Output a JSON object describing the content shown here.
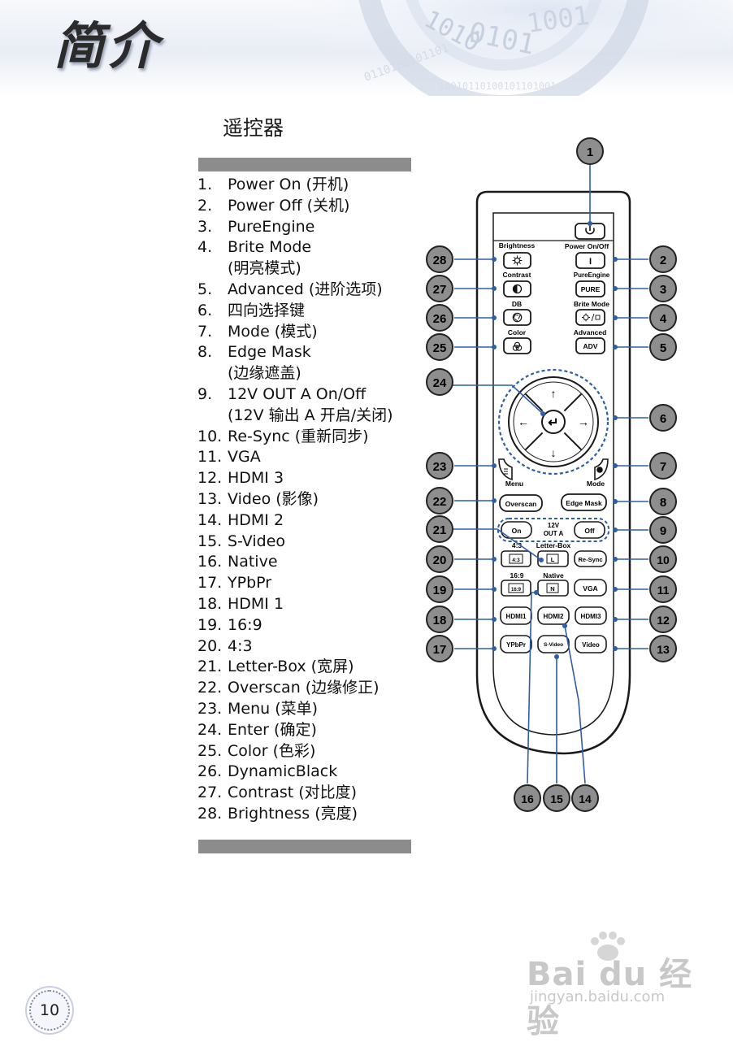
{
  "header": {
    "title": "简介"
  },
  "section": {
    "title": "遥控器"
  },
  "legend": [
    {
      "num": "1.",
      "text": "Power On (开机)"
    },
    {
      "num": "2.",
      "text": "Power Off (关机)"
    },
    {
      "num": "3.",
      "text": "PureEngine"
    },
    {
      "num": "4.",
      "text": "Brite Mode\n(明亮模式)"
    },
    {
      "num": "5.",
      "text": "Advanced (进阶选项)"
    },
    {
      "num": "6.",
      "text": "四向选择键"
    },
    {
      "num": "7.",
      "text": "Mode (模式)"
    },
    {
      "num": "8.",
      "text": "Edge Mask\n(边缘遮盖)"
    },
    {
      "num": "9.",
      "text": "12V OUT A On/Off\n(12V 输出 A 开启/关闭)"
    },
    {
      "num": "10.",
      "text": "Re-Sync (重新同步)"
    },
    {
      "num": "11.",
      "text": "VGA"
    },
    {
      "num": "12.",
      "text": "HDMI 3"
    },
    {
      "num": "13.",
      "text": "Video (影像)"
    },
    {
      "num": "14.",
      "text": "HDMI 2"
    },
    {
      "num": "15.",
      "text": "S-Video"
    },
    {
      "num": "16.",
      "text": "Native"
    },
    {
      "num": "17.",
      "text": "YPbPr"
    },
    {
      "num": "18.",
      "text": "HDMI 1"
    },
    {
      "num": "19.",
      "text": "16:9"
    },
    {
      "num": "20.",
      "text": "4:3"
    },
    {
      "num": "21.",
      "text": "Letter-Box (宽屏)"
    },
    {
      "num": "22.",
      "text": "Overscan (边缘修正)"
    },
    {
      "num": "23.",
      "text": "Menu (菜单)"
    },
    {
      "num": "24.",
      "text": "Enter (确定)"
    },
    {
      "num": "25.",
      "text": "Color (色彩)"
    },
    {
      "num": "26.",
      "text": "DynamicBlack"
    },
    {
      "num": "27.",
      "text": "Contrast (对比度)"
    },
    {
      "num": "28.",
      "text": "Brightness (亮度)"
    }
  ],
  "remote": {
    "labels": {
      "power_on_off": "Power On/Off",
      "brightness": "Brightness",
      "contrast": "Contrast",
      "db": "DB",
      "color": "Color",
      "pure_engine": "PureEngine",
      "brite_mode": "Brite Mode",
      "advanced": "Advanced",
      "menu": "Menu",
      "mode": "Mode",
      "twelve_v": "12V",
      "out_a": "OUT A",
      "four_three": "4:3",
      "letter_box": "Letter-Box",
      "sixteen_nine": "16:9",
      "native": "Native"
    },
    "buttons": {
      "power_off": "I",
      "pure": "PURE",
      "adv": "ADV",
      "overscan": "Overscan",
      "edge_mask": "Edge Mask",
      "on": "On",
      "off": "Off",
      "resync": "Re-Sync",
      "vga": "VGA",
      "hdmi1": "HDMI1",
      "hdmi2": "HDMI2",
      "hdmi3": "HDMI3",
      "ypbpr": "YPbPr",
      "svideo": "S-Video",
      "video": "Video",
      "key_43": "4:3",
      "key_lb": "L",
      "key_169": "16:9",
      "key_native": "N"
    },
    "arrows": {
      "up": "↑",
      "down": "↓",
      "left": "←",
      "right": "→",
      "enter": "↵"
    },
    "callouts": [
      "1",
      "2",
      "3",
      "4",
      "5",
      "6",
      "7",
      "8",
      "9",
      "10",
      "11",
      "12",
      "13",
      "14",
      "15",
      "16",
      "17",
      "18",
      "19",
      "20",
      "21",
      "22",
      "23",
      "24",
      "25",
      "26",
      "27",
      "28"
    ]
  },
  "page_number": "10",
  "watermark": {
    "main": "Bai du 经验",
    "sub": "jingyan.baidu.com"
  },
  "colors": {
    "accent_blue": "#2e5ea8",
    "bar_gray": "#8c8c8c",
    "callout_fill": "#8e8e8e"
  }
}
